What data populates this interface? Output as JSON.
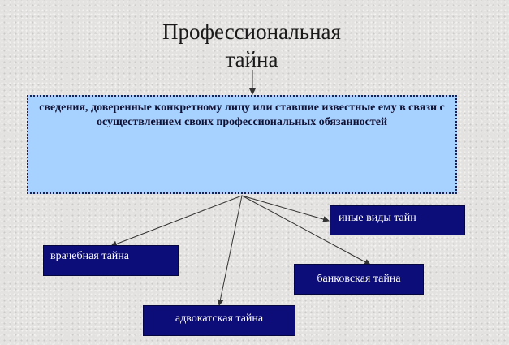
{
  "title": {
    "line1": "Профессиональная",
    "line2": "тайна"
  },
  "definition": {
    "text": "сведения, доверенные конкретному лицу или ставшие известные ему в связи с осуществлением своих профессиональных обязанностей"
  },
  "types": [
    {
      "label": "врачебная тайна"
    },
    {
      "label": "адвокатская тайна"
    },
    {
      "label": "банковская тайна"
    },
    {
      "label": "иные виды тайн"
    }
  ],
  "colors": {
    "definition_box": "#a7d1ff",
    "type_box": "#0d0d7a",
    "type_text": "#ffffff",
    "arrow": "#333333"
  }
}
